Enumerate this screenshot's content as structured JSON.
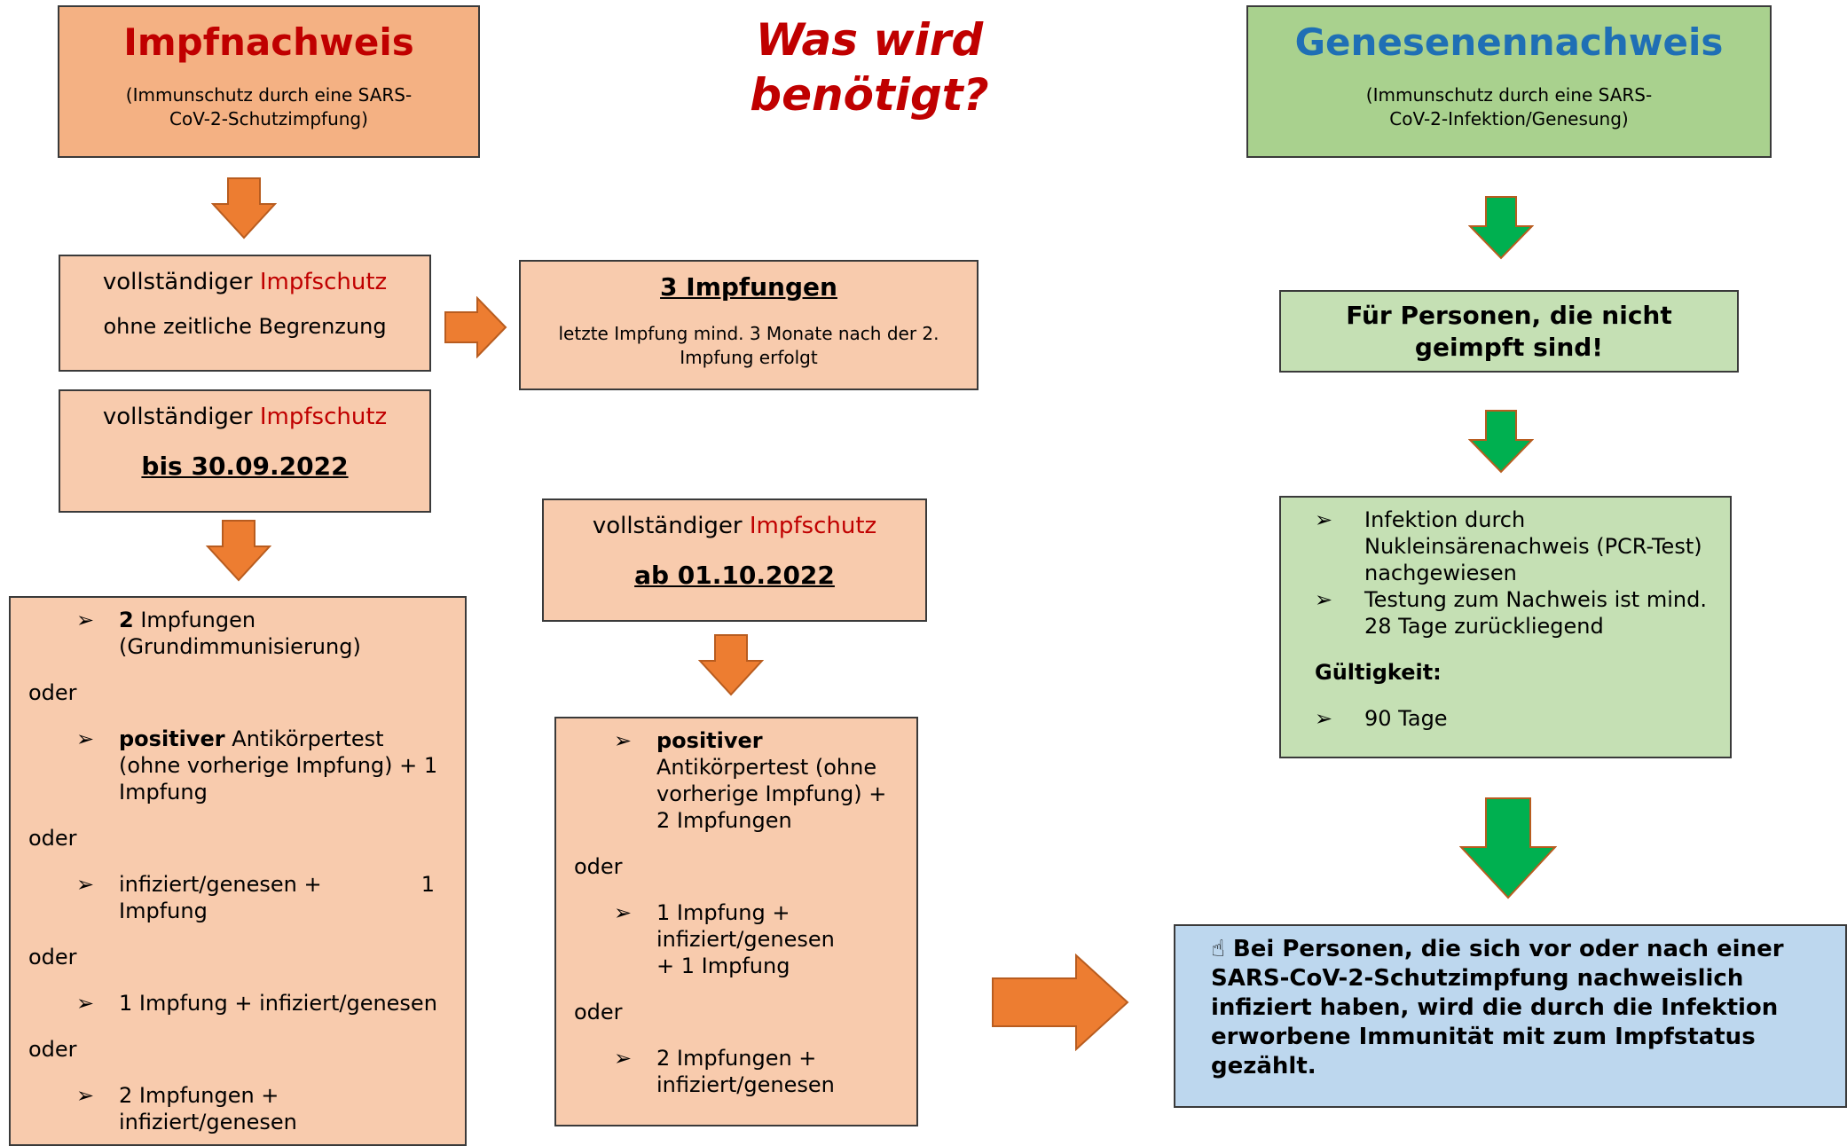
{
  "page_title": "Was wird benötigt?",
  "impf": {
    "title": "Impfnachweis",
    "subtitle": "(Immunschutz durch eine SARS-CoV-2-Schutzimpfung)"
  },
  "genesen": {
    "title": "Genesenennachweis",
    "subtitle": "(Immunschutz durch eine SARS-CoV-2-Infektion/Genesung)"
  },
  "box_unlimited": {
    "prefix": "vollständiger ",
    "highlight": "Impfschutz",
    "sub": "ohne zeitliche Begrenzung"
  },
  "box_three": {
    "title": "3 Impfungen",
    "sub": "letzte Impfung mind. 3 Monate nach der 2. Impfung erfolgt"
  },
  "box_until": {
    "prefix": "vollständiger ",
    "highlight": "Impfschutz",
    "date": "bis 30.09.2022"
  },
  "box_from": {
    "prefix": "vollständiger ",
    "highlight": "Impfschutz",
    "date": "ab 01.10.2022"
  },
  "bullet_symbol": "➢",
  "list_until": {
    "item1_bold": "2",
    "item1_rest": " Impfungen (Grundimmunisierung)",
    "or": "oder",
    "item2_bold": "positiver",
    "item2_rest": " Antikörpertest (ohne vorherige Impfung) + 1 Impfung",
    "item3_a": "infiziert/genesen +",
    "item3_b": "1",
    "item3_c": "Impfung",
    "item4": "1 Impfung + infiziert/genesen",
    "item5": "2 Impfungen + infiziert/genesen"
  },
  "list_from": {
    "item1_bold": "positiver",
    "item1_rest": "Antikörpertest (ohne vorherige Impfung) + 2 Impfungen",
    "or": "oder",
    "item2": "1 Impfung + infiziert/genesen + 1 Impfung",
    "item3": "2 Impfungen + infiziert/genesen"
  },
  "not_vaccinated": "Für Personen, die nicht geimpft sind!",
  "genesen_list": {
    "item1": "Infektion durch Nukleinsärenachweis (PCR-Test) nachgewiesen",
    "item2": "Testung zum Nachweis ist mind. 28 Tage zurückliegend",
    "validity_label": "Gültigkeit:",
    "validity_value": "90 Tage"
  },
  "note": {
    "icon": "☝",
    "text": "Bei Personen, die sich vor oder nach einer SARS-CoV-2-Schutzimpfung nachweislich infiziert haben, wird die durch die Infektion erworbene Immunität mit zum Impfstatus gezählt."
  },
  "colors": {
    "title_red": "#c00000",
    "title_blue": "#1f6fb5",
    "arrow_orange": "#ed7d31",
    "arrow_green": "#00b050",
    "box_orange_dark": "#f4b183",
    "box_orange_light": "#f8cbad",
    "box_green_dark": "#a9d18e",
    "box_green_light": "#c5e0b4",
    "box_blue": "#bdd7ee"
  }
}
